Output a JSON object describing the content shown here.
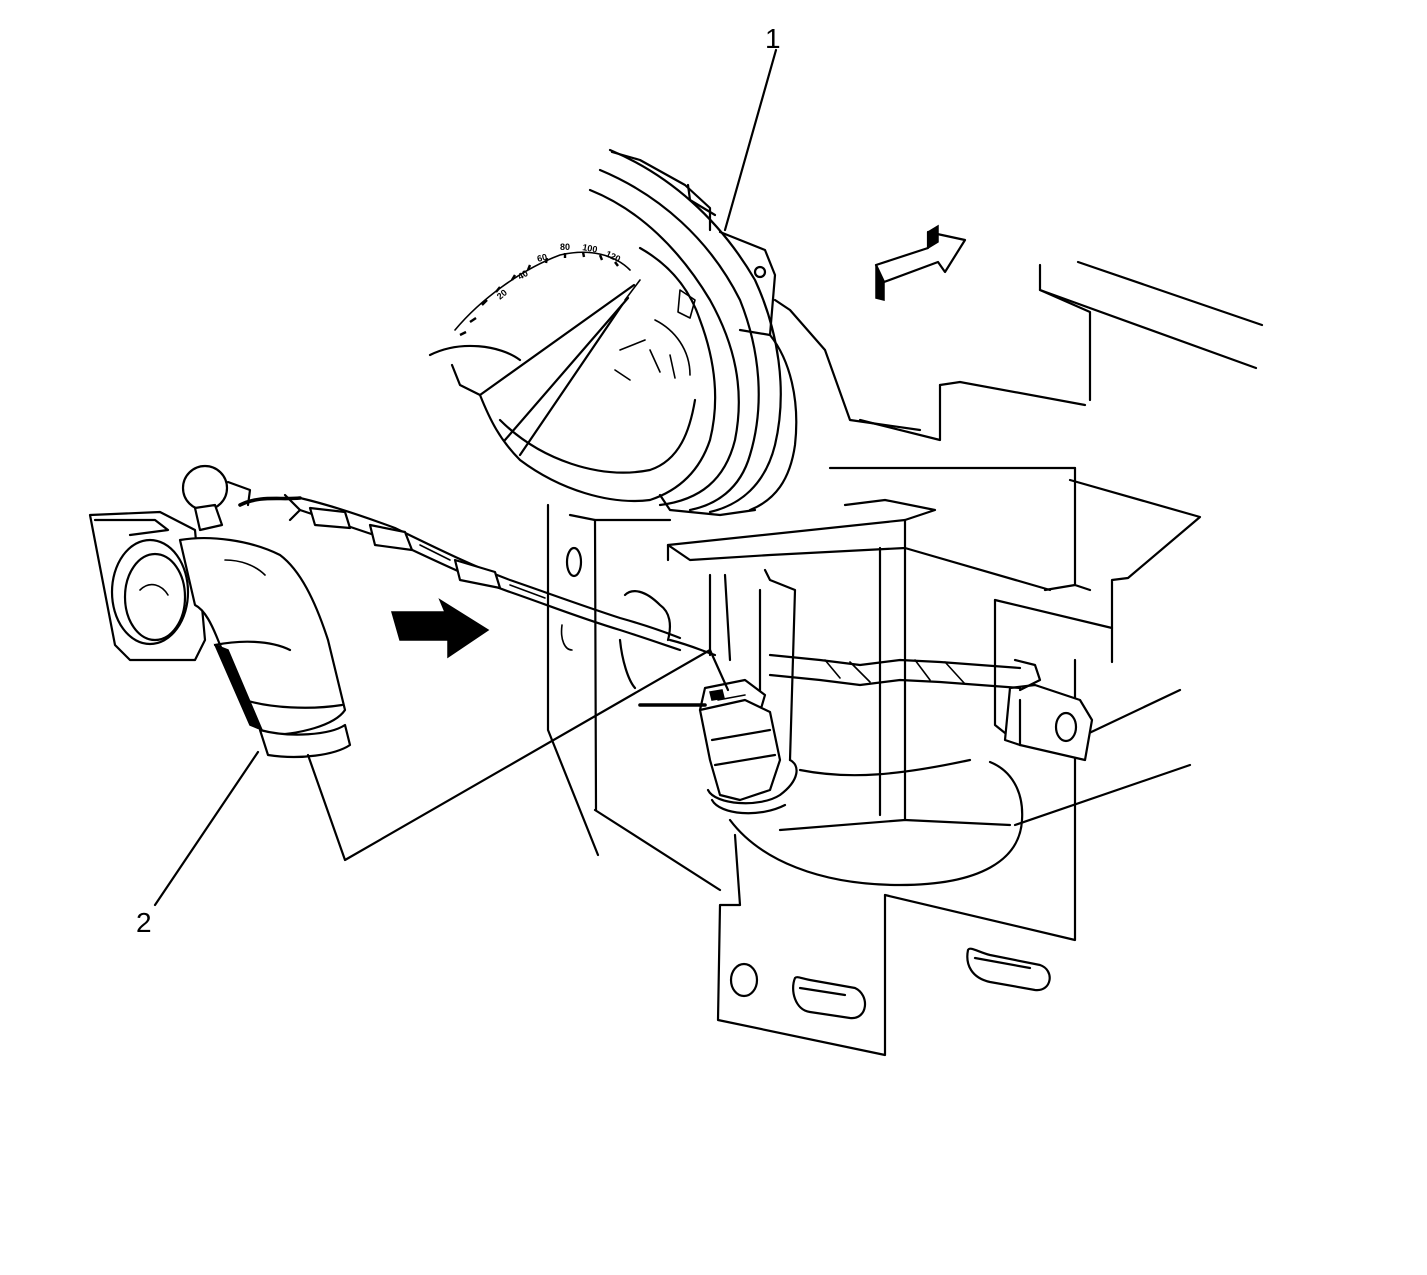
{
  "callouts": [
    {
      "id": "1",
      "label": "1"
    },
    {
      "id": "2",
      "label": "2"
    }
  ],
  "colors": {
    "line": "#000000",
    "background": "#ffffff"
  },
  "icons": [
    "arrow-right-icon",
    "arrow-up-right-icon"
  ]
}
